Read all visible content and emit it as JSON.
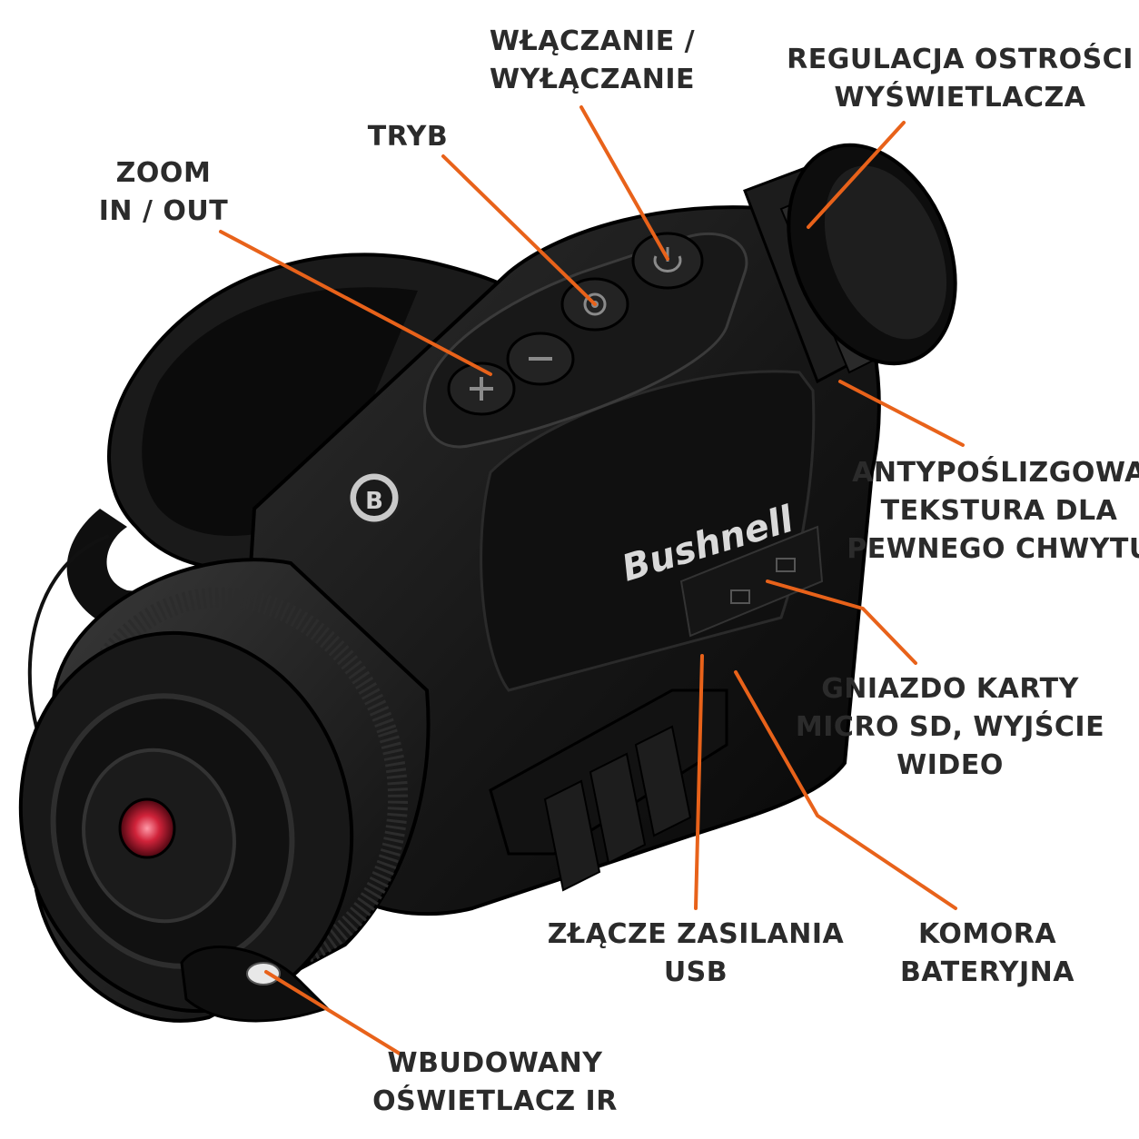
{
  "brand": "Bushnell",
  "badge_letter": "B",
  "colors": {
    "callout": "#e8621a",
    "text": "#2b2b2b",
    "device": "#141414"
  },
  "callouts": {
    "power": [
      "WŁĄCZANIE /",
      "WYŁĄCZANIE"
    ],
    "focus": [
      "REGULACJA OSTROŚCI",
      "WYŚWIETLACZA"
    ],
    "mode": [
      "TRYB"
    ],
    "zoom": [
      "ZOOM",
      "IN / OUT"
    ],
    "grip": [
      "ANTYPOŚLIZGOWA",
      "TEKSTURA DLA",
      "PEWNEGO CHWYTU"
    ],
    "sd": [
      "GNIAZDO KARTY",
      "MICRO SD, WYJŚCIE",
      "WIDEO"
    ],
    "usb": [
      "ZŁĄCZE ZASILANIA",
      "USB"
    ],
    "battery": [
      "KOMORA",
      "BATERYJNA"
    ],
    "ir": [
      "WBUDOWANY",
      "OŚWIETLACZ IR"
    ]
  },
  "icons": {
    "power_button": "power-icon",
    "mode_button": "mode-icon",
    "zoom_in": "plus-icon",
    "zoom_out": "minus-icon"
  }
}
